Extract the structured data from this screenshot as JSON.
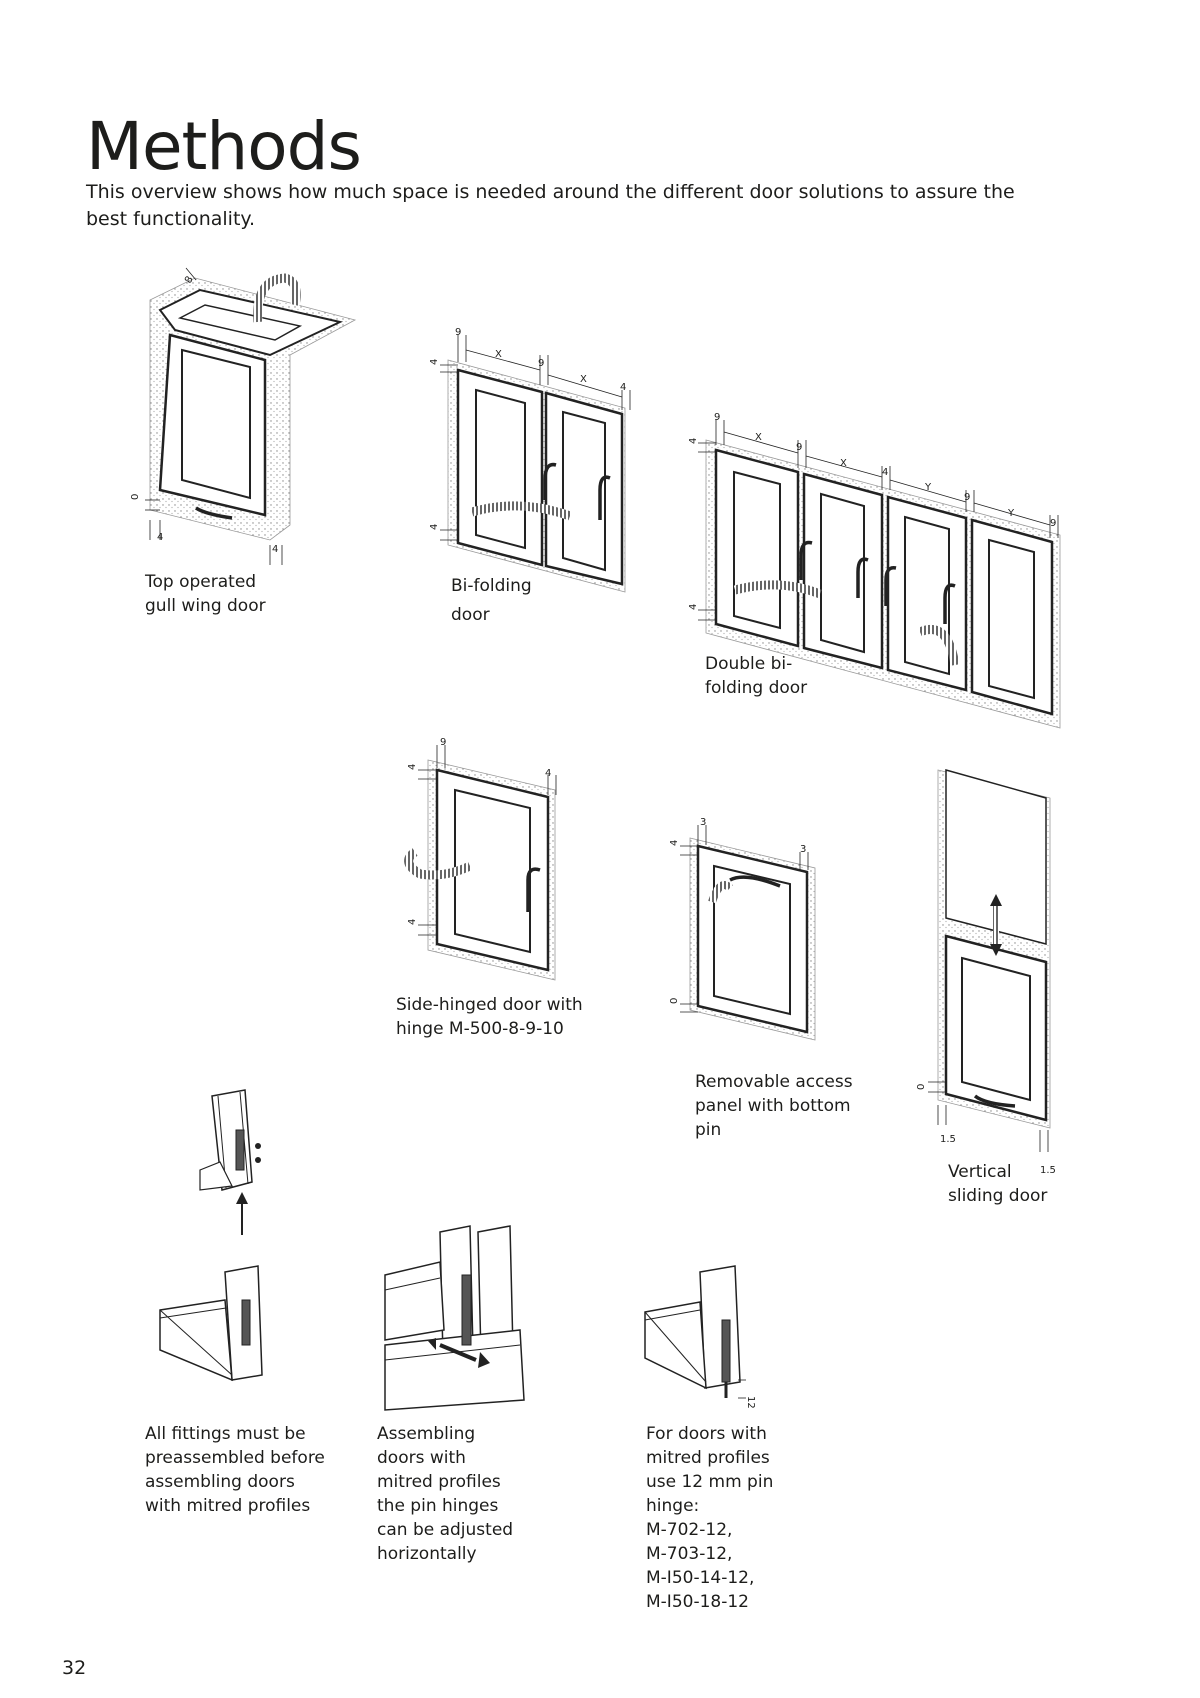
{
  "title": "Methods",
  "intro": "This overview shows how much space is needed around the different door solutions to assure the best functionality.",
  "captions": {
    "gull_wing": "Top operated\ngull wing door",
    "bi_folding": "Bi-folding\ndoor",
    "double_bi_folding": "Double bi-\nfolding door",
    "side_hinged": "Side-hinged door with\nhinge M-500-8-9-10",
    "removable_panel": "Removable access\npanel with bottom\npin",
    "vertical_sliding": "Vertical\nsliding door",
    "preassembled": "All fittings must be\npreassembled before\nassembling doors\nwith mitred profiles",
    "assembling": "Assembling\ndoors with\nmitred profiles\nthe pin hinges\ncan be adjusted\nhorizontally",
    "pin_hinge": "For doors with\nmitred profiles\nuse 12 mm pin\nhinge:\nM-702-12,\nM-703-12,\nM-I50-14-12,\nM-I50-18-12"
  },
  "dimensions": {
    "gull_wing": {
      "top": "8",
      "bottom_gap": "0",
      "left": "4",
      "right": "4"
    },
    "bi_folding": {
      "gap_a": "9",
      "width_1": "X",
      "gap_b": "9",
      "width_2": "X",
      "right": "4",
      "top": "4",
      "bottom": "4"
    },
    "double_bi_folding": {
      "gap_a": "9",
      "width_1": "X",
      "gap_b": "9",
      "width_2": "X",
      "gap_c": "4",
      "width_3": "Y",
      "gap_d": "9",
      "width_4": "Y",
      "gap_e": "9",
      "top": "4",
      "bottom": "4"
    },
    "side_hinged": {
      "gap": "9",
      "right": "4",
      "top": "4",
      "bottom": "4"
    },
    "removable_panel": {
      "left": "3",
      "right": "3",
      "top": "4",
      "bottom": "0"
    },
    "vertical_sliding": {
      "bottom": "0",
      "left": "1.5",
      "right": "1.5"
    },
    "pin_hinge": {
      "pin_length": "12"
    }
  },
  "page_number": "32"
}
